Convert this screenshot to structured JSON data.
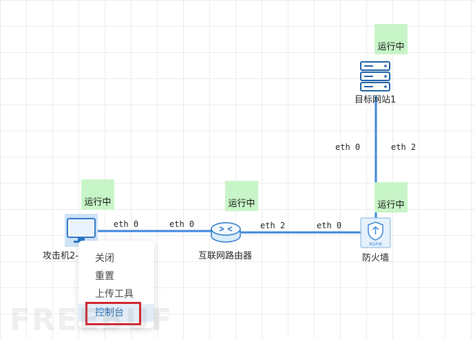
{
  "nodes": {
    "target_site": {
      "label": "目标网站1",
      "status": "运行中"
    },
    "firewall": {
      "label": "防火墙",
      "status": "运行中",
      "icon_text": "NGFW"
    },
    "router": {
      "label": "互联网路由器",
      "status": "运行中"
    },
    "attacker": {
      "label": "攻击机2-",
      "status": "运行中"
    }
  },
  "interfaces": {
    "fw_up_eth0": "eth 0",
    "fw_up_eth2": "eth 2",
    "atk_eth0": "eth 0",
    "rtr_left_eth0": "eth 0",
    "rtr_right_eth2": "eth 2",
    "fw_left_eth0": "eth 0"
  },
  "context_menu": {
    "items": [
      {
        "label": "关闭"
      },
      {
        "label": "重置"
      },
      {
        "label": "上传工具"
      },
      {
        "label": "控制台"
      }
    ],
    "active_index": 3
  },
  "colors": {
    "link": "#3a86d8",
    "status_badge": "#c8f5c8",
    "highlight": "#d0262f"
  },
  "watermark": "FREEBUF"
}
